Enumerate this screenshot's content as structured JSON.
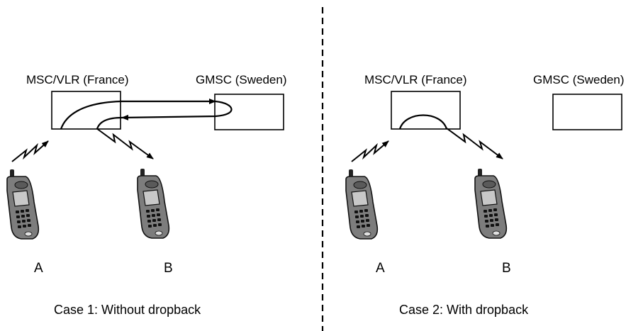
{
  "case1": {
    "msc_label": "MSC/VLR (France)",
    "gmsc_label": "GMSC (Sweden)",
    "phone_a": "A",
    "phone_b": "B",
    "caption": "Case 1: Without dropback"
  },
  "case2": {
    "msc_label": "MSC/VLR (France)",
    "gmsc_label": "GMSC (Sweden)",
    "phone_a": "A",
    "phone_b": "B",
    "caption": "Case 2: With dropback"
  },
  "icons": {
    "phone": "mobile-phone-icon",
    "radio_link": "radio-link-icon",
    "exchange": "exchange-box"
  },
  "colors": {
    "stroke": "#000000",
    "background": "#ffffff"
  }
}
